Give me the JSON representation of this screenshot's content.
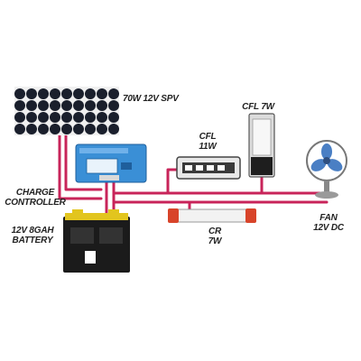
{
  "labels": {
    "panel": "70W 12V SPV",
    "cfl_lamp_1": "CFL 7W",
    "cfl_lamp_2_line1": "CFL",
    "cfl_lamp_2_line2": "11W",
    "charge_controller_line1": "CHARGE",
    "charge_controller_line2": "CONTROLLER",
    "battery_line1": "12V 8GAH",
    "battery_line2": "BATTERY",
    "tube_line1": "CR",
    "tube_line2": "7W",
    "fan_line1": "FAN",
    "fan_line2": "12V DC"
  },
  "colors": {
    "wire": "#c8245a",
    "panel_cell": "#1a1f2c",
    "controller": "#3a8fd6",
    "battery_body": "#1b1b1b",
    "battery_terminals": "#e2c51e",
    "tube_caps": "#d8442a",
    "fan_blade": "#4a7fc4"
  }
}
